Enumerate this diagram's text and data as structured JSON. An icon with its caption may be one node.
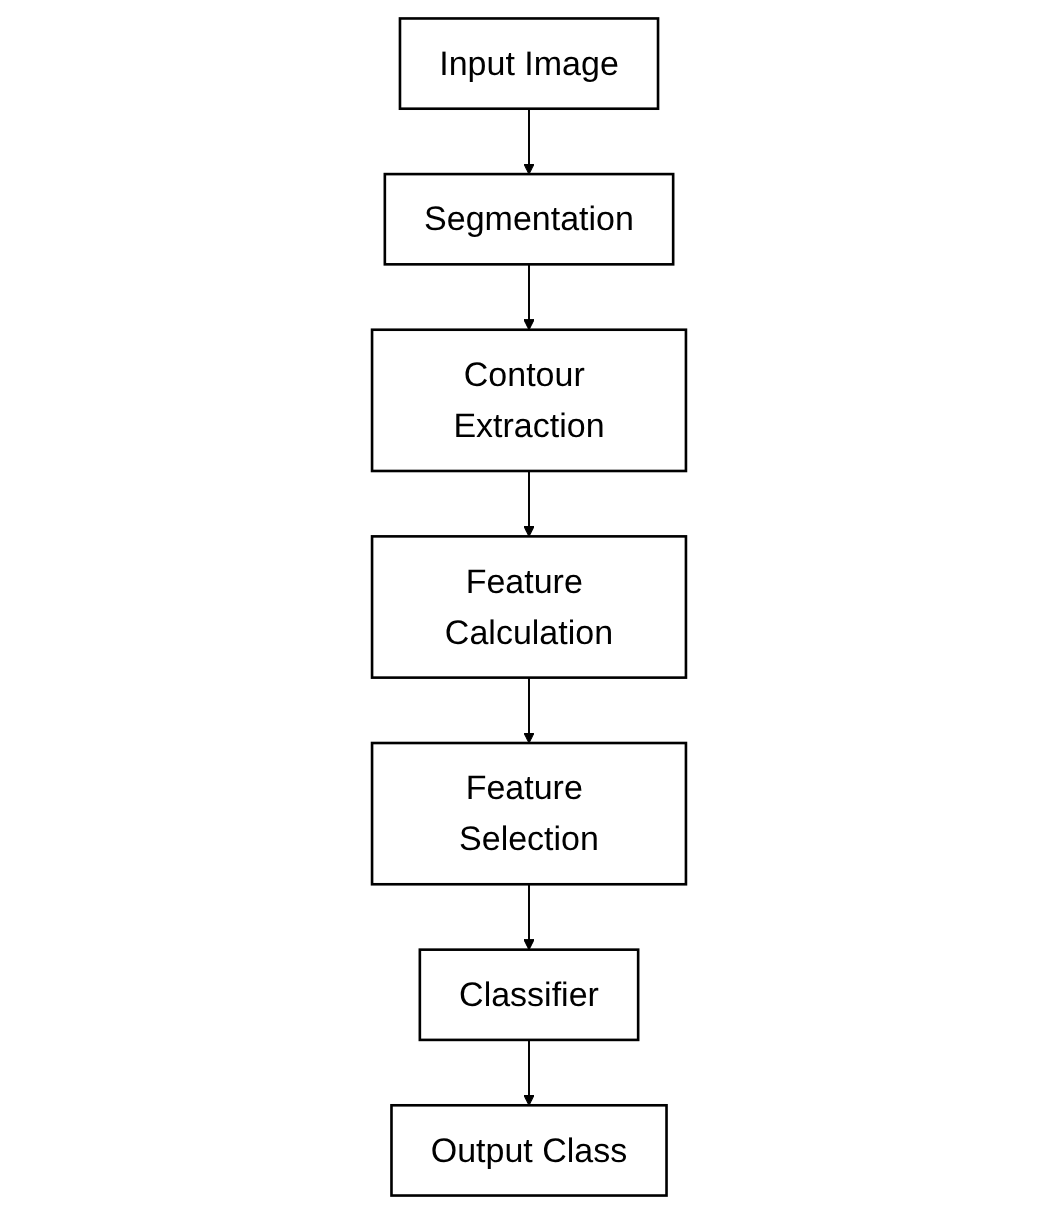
{
  "diagram": {
    "nodes": [
      {
        "text": [
          "Input Image"
        ]
      },
      {
        "text": [
          "Segmentation"
        ]
      },
      {
        "text": [
          "Feature Calculation"
        ]
      },
      {
        "text": [
          "Contour Extraction"
        ]
      },
      {
        "text": [
          "Feature Selection"
        ]
      },
      {
        "text": [
          "Classifier"
        ]
      },
      {
        "text": [
          "Output Class"
        ]
      }
    ],
    "edges": [
      {
        "from": 0,
        "to": 1,
        "arrow": "to"
      },
      {
        "from": 1,
        "to": 3,
        "arrow": "to"
      },
      {
        "from": 3,
        "to": 2,
        "arrow": "to"
      },
      {
        "from": 2,
        "to": 4,
        "arrow": "to"
      },
      {
        "from": 4,
        "to": 5,
        "arrow": "to"
      },
      {
        "from": 5,
        "to": 6,
        "arrow": "to"
      }
    ]
  }
}
